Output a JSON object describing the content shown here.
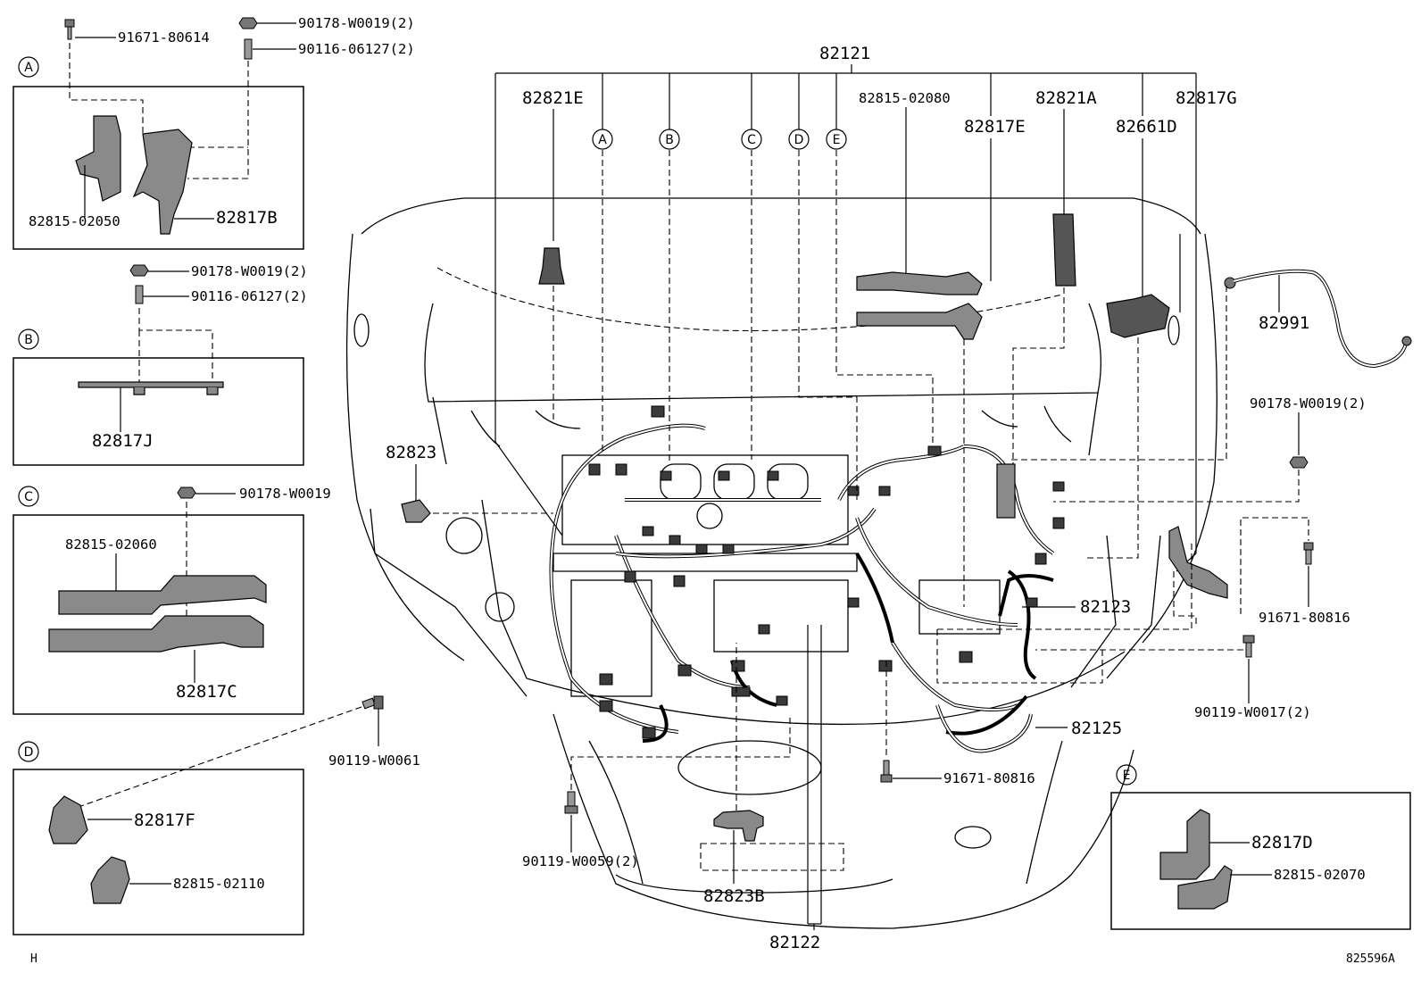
{
  "diagram": {
    "page_marker": "H",
    "figure_code": "825596A",
    "callouts": {
      "A": "A",
      "B": "B",
      "C": "C",
      "D": "D",
      "E": "E"
    },
    "panel_a": {
      "bolt": "91671-80614",
      "nut": "90178-W0019(2)",
      "stud": "90116-06127(2)",
      "protector": "82815-02050",
      "clamp": "82817B"
    },
    "panel_b": {
      "nut": "90178-W0019(2)",
      "stud": "90116-06127(2)",
      "clamp": "82817J"
    },
    "panel_c": {
      "nut": "90178-W0019",
      "protector": "82815-02060",
      "clamp": "82817C"
    },
    "panel_d": {
      "bolt": "90119-W0061",
      "clamp": "82817F",
      "protector": "82815-02110"
    },
    "panel_e": {
      "clamp": "82817D",
      "protector": "82815-02070"
    },
    "main": {
      "harness_top": "82121",
      "clamp_e": "82821E",
      "protector_2080": "82815-02080",
      "clamp_82817e": "82817E",
      "clamp_82821a": "82821A",
      "bracket_82661d": "82661D",
      "clamp_82817g": "82817G",
      "cable_82991": "82991",
      "nut_right": "90178-W0019(2)",
      "bolt_right": "91671-80816",
      "bolt_right_lower": "90119-W0017(2)",
      "grommet_82823": "82823",
      "wire_82123": "82123",
      "wire_82125": "82125",
      "bolt_center": "91671-80816",
      "bolt_lower_left": "90119-W0059(2)",
      "grommet_82823b": "82823B",
      "harness_82122": "82122"
    }
  }
}
